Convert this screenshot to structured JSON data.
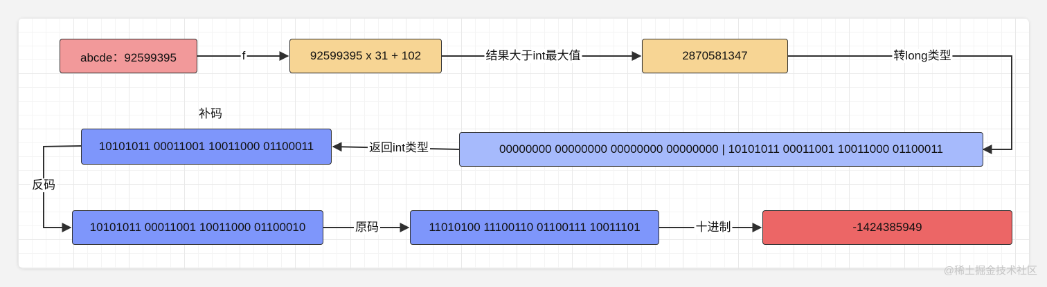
{
  "colors": {
    "pink": "#f2999a",
    "orange": "#f7d594",
    "blue": "#7e96fb",
    "lightblue": "#a6bafc",
    "red": "#ec6666",
    "stroke": "#2f2f2f"
  },
  "nodes": {
    "input": "abcde：92599395",
    "expr": "92599395 x 31 + 102",
    "result": "2870581347",
    "long_bits": "00000000 00000000 00000000 00000000 | 10101011 00011001 10011000 01100011",
    "complement": "10101011 00011001 10011000 01100011",
    "ones_complement": "10101011 00011001 10011000 01100010",
    "sign_magnitude": "11010100 11100110 01100111 10011101",
    "decimal": "-1424385949"
  },
  "labels": {
    "f": "f",
    "exceeds_int_max": "结果大于int最大值",
    "to_long": "转long类型",
    "return_int": "返回int类型",
    "complement_caption": "补码",
    "ones_complement": "反码",
    "sign_magnitude": "原码",
    "decimal": "十进制"
  },
  "watermark": "@稀土掘金技术社区"
}
